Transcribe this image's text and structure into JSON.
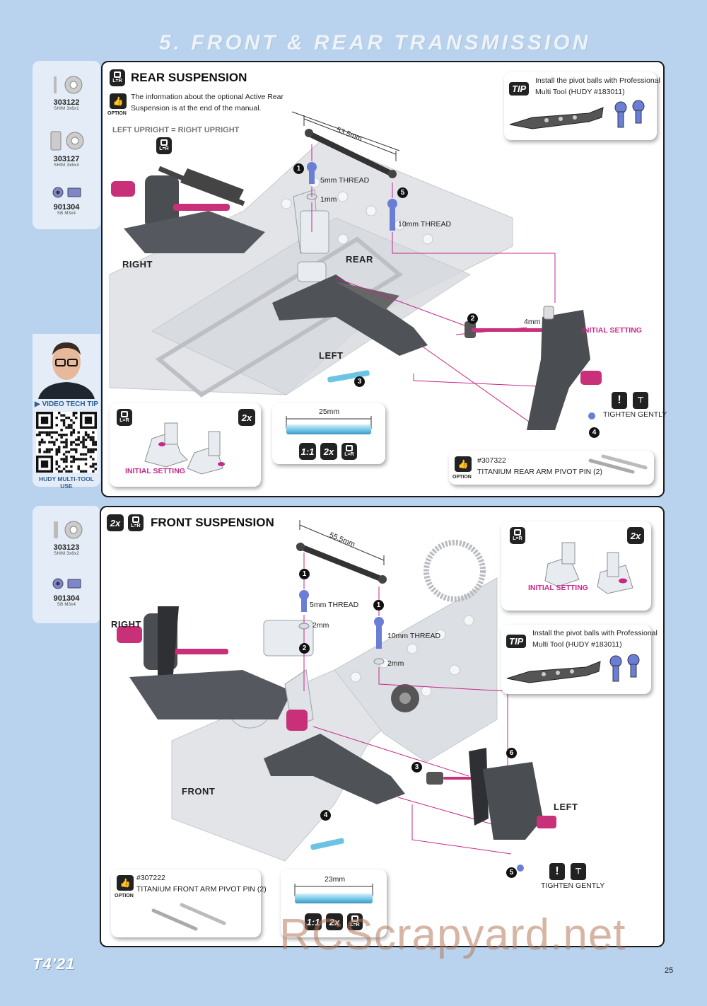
{
  "page": {
    "section_title": "5. FRONT & REAR TRANSMISSION",
    "footer_logo": "T4'21",
    "page_number": "25",
    "watermark": "RCScrapyard.net"
  },
  "rear": {
    "parts": [
      {
        "num": "303122",
        "desc": "SHIM 3x6x1"
      },
      {
        "num": "303127",
        "desc": "SHIM 3x6x4"
      },
      {
        "num": "901304",
        "desc": "SB M3x4"
      }
    ],
    "title": "REAR SUSPENSION",
    "option_label": "OPTION",
    "info_line1": "The information about the optional Active Rear",
    "info_line2": "Suspension is at the end of the manual.",
    "upright_note": "LEFT UPRIGHT = RIGHT UPRIGHT",
    "tip_label": "TIP",
    "tip_line1": "Install the pivot balls with Professional",
    "tip_line2": "Multi Tool (HUDY #183011)",
    "dim_link": "53.5mm",
    "thread1": "5mm THREAD",
    "shim1": "1mm",
    "thread2": "10mm THREAD",
    "right": "RIGHT",
    "rear": "REAR",
    "left": "LEFT",
    "spacer": "4mm",
    "initial_setting": "INITIAL SETTING",
    "tighten": "TIGHTEN GENTLY",
    "pin_length": "25mm",
    "scale": "1:1",
    "mult": "2x",
    "callout_setting": "INITIAL SETTING",
    "option_part_num": "#307322",
    "option_part_name": "TITANIUM REAR ARM PIVOT PIN (2)",
    "lr_label": "L=R",
    "steps": [
      "1",
      "2",
      "3",
      "4",
      "5"
    ]
  },
  "video": {
    "label": "VIDEO TECH TIP",
    "caption": "HUDY MULTI-TOOL USE"
  },
  "front": {
    "parts": [
      {
        "num": "303123",
        "desc": "SHIM 3x6x2"
      },
      {
        "num": "901304",
        "desc": "SB M3x4"
      }
    ],
    "title": "FRONT SUSPENSION",
    "mult": "2x",
    "dim_link": "55.5mm",
    "thread1": "5mm THREAD",
    "shim1": "2mm",
    "thread2": "10mm THREAD",
    "shim2": "2mm",
    "right": "RIGHT",
    "front": "FRONT",
    "left": "LEFT",
    "initial_setting": "INITIAL SETTING",
    "tip_label": "TIP",
    "tip_line1": "Install the pivot balls with Professional",
    "tip_line2": "Multi Tool (HUDY #183011)",
    "tighten": "TIGHTEN GENTLY",
    "option_part_num": "#307222",
    "option_part_name": "TITANIUM FRONT ARM PIVOT PIN (2)",
    "option_label": "OPTION",
    "pin_length": "23mm",
    "scale": "1:1",
    "lr_label": "L=R",
    "steps": [
      "1",
      "1",
      "2",
      "3",
      "4",
      "5",
      "6"
    ]
  },
  "colors": {
    "accent": "#c8288a",
    "pin": "#6cc3e3",
    "background": "#b9d3ee"
  }
}
